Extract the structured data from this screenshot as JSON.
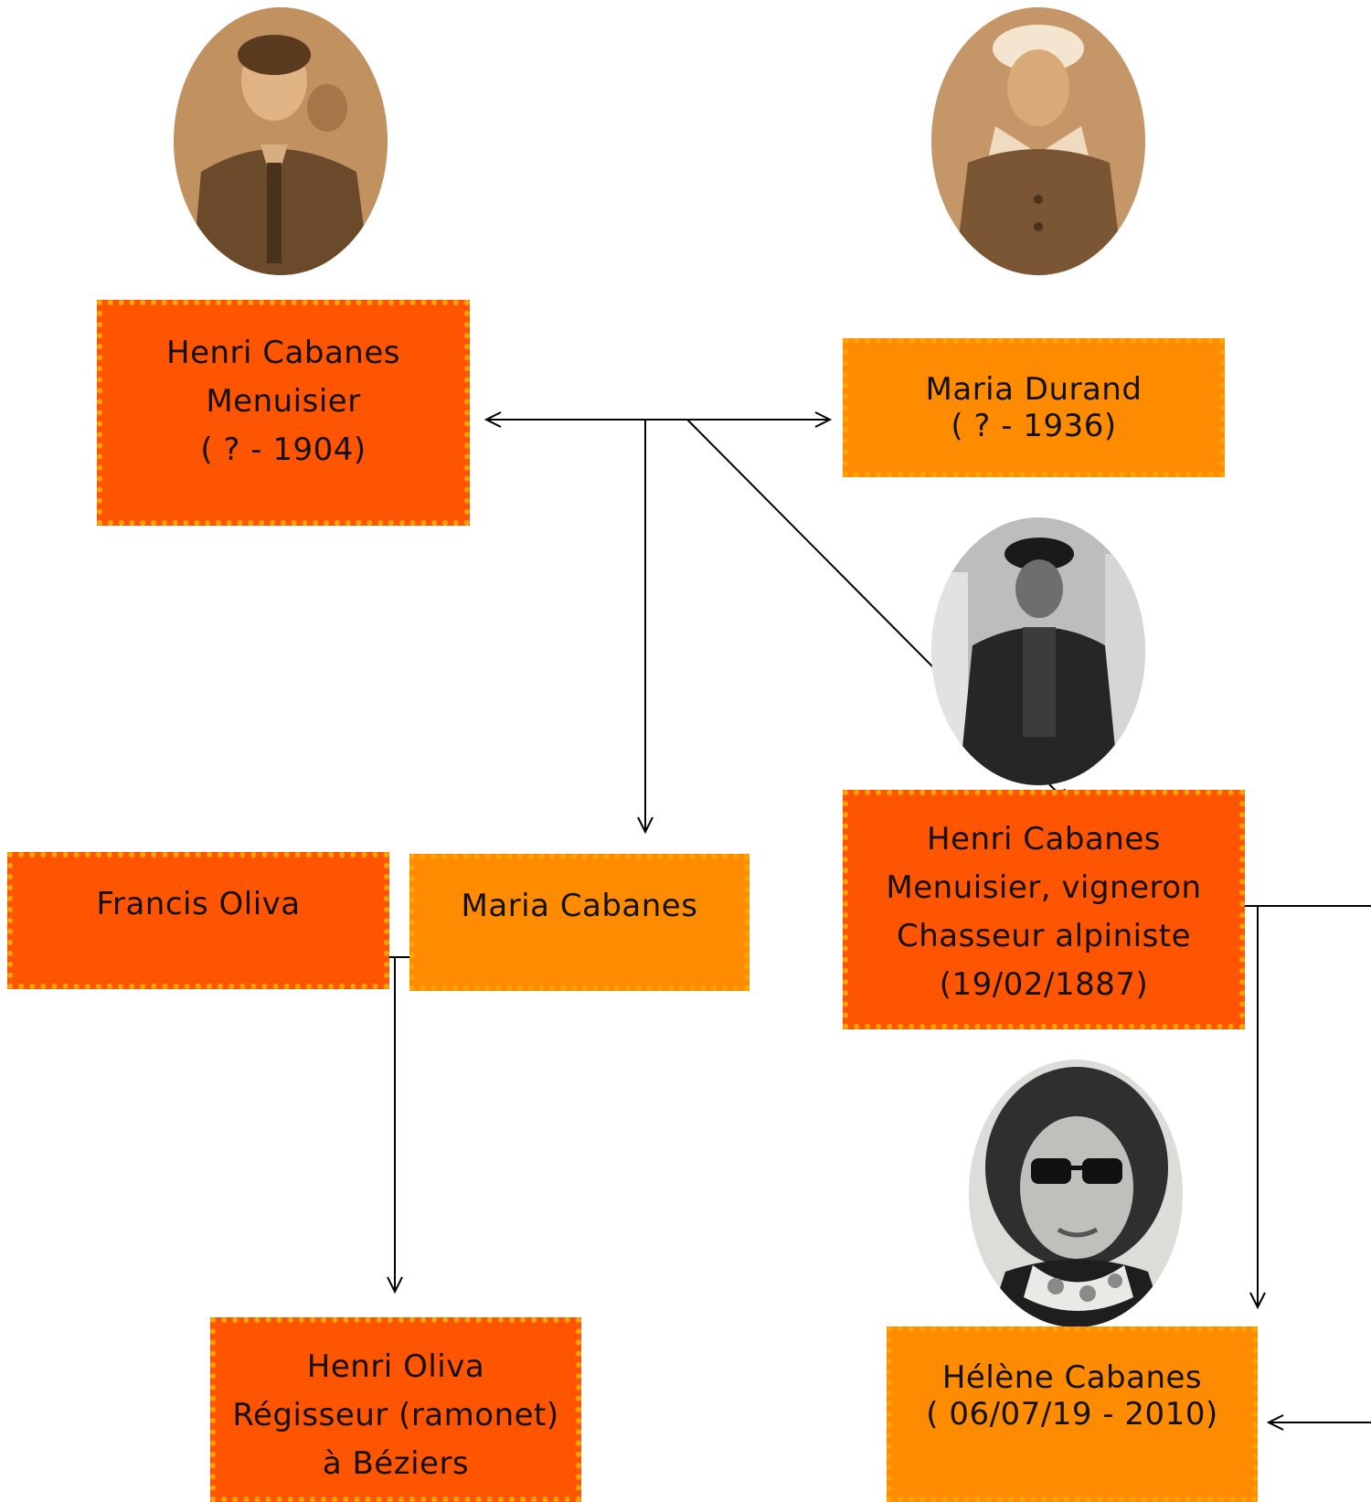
{
  "people": {
    "henri_senior": {
      "lines": [
        "Henri Cabanes",
        "Menuisier",
        "( ? - 1904)"
      ],
      "color": "#ff5500"
    },
    "maria_durand": {
      "lines": [
        "Maria Durand",
        "( ? - 1936)"
      ],
      "color": "#ff8c00"
    },
    "henri_junior": {
      "lines": [
        "Henri Cabanes",
        "Menuisier, vigneron",
        "Chasseur alpiniste",
        "(19/02/1887)"
      ],
      "color": "#ff5500"
    },
    "francis_oliva": {
      "lines": [
        "Francis Oliva"
      ],
      "color": "#ff5500"
    },
    "maria_cabanes": {
      "lines": [
        "Maria Cabanes"
      ],
      "color": "#ff8c00"
    },
    "henri_oliva": {
      "lines": [
        "Henri Oliva",
        "Régisseur (ramonet)",
        "à Béziers"
      ],
      "color": "#ff5500"
    },
    "helene_cabanes": {
      "lines": [
        "Hélène Cabanes",
        "( 06/07/19 - 2010)"
      ],
      "color": "#ff8c00"
    }
  },
  "portraits": {
    "henri_senior": "sepia-photo",
    "maria_durand": "sepia-photo",
    "henri_junior": "black-and-white-photo",
    "helene_cabanes": "black-and-white-photo"
  },
  "colors": {
    "dark_box": "#ff5500",
    "light_box": "#ff8c00",
    "dotted_border": "#ffa500",
    "lines": "#000000"
  }
}
